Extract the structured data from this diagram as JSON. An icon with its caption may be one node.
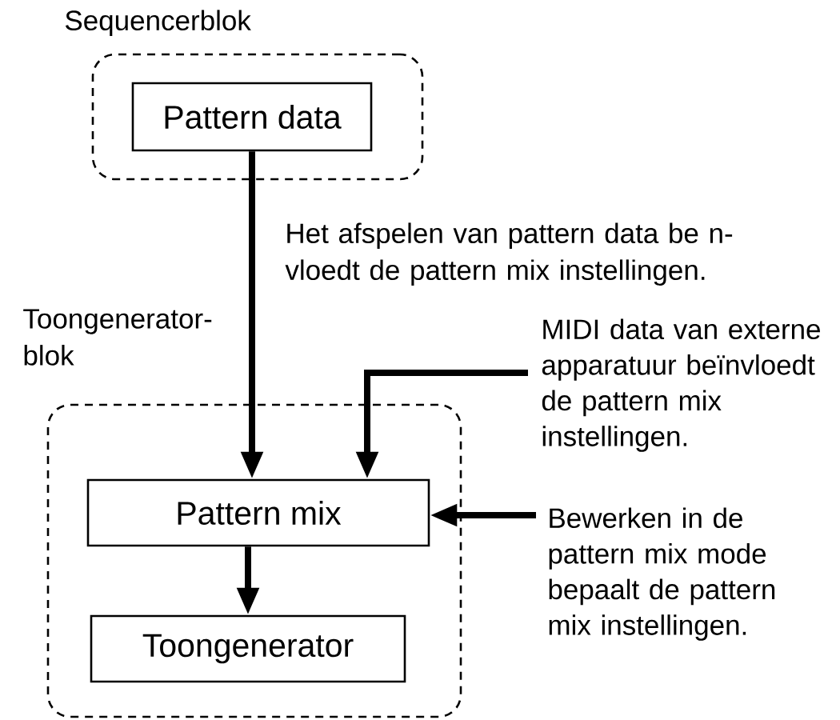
{
  "diagram": {
    "nodes": [
      {
        "text": [
          "Sequencerblok"
        ]
      },
      {
        "text": [
          "Pattern data"
        ],
        "in": 0
      },
      {
        "text": [
          "Toongenerator-blok"
        ]
      },
      {
        "text": [
          "Pattern mix"
        ],
        "in": 2
      },
      {
        "text": [
          "Toongenerator"
        ],
        "in": 2
      },
      {
        "text": [
          "MIDI data van externe apparatuur beïnvloedt de pattern mix instellingen."
        ]
      },
      {
        "text": [
          "Bewerken in de pattern mix mode bepaalt de pattern mix instellingen."
        ]
      }
    ],
    "edges": [
      {
        "from": 1,
        "to": 3,
        "arrow": "to",
        "label": "Het afspelen van pattern data be n- vloedt de pattern mix instellingen."
      },
      {
        "from": 5,
        "to": 3,
        "arrow": "to"
      },
      {
        "from": 6,
        "to": 3,
        "arrow": "to"
      },
      {
        "from": 3,
        "to": 4,
        "arrow": "to"
      }
    ]
  }
}
